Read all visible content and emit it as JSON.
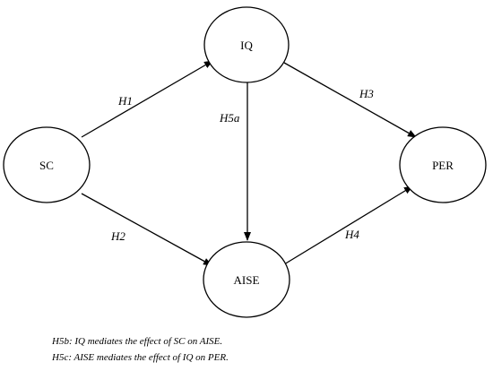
{
  "nodes": {
    "iq": "IQ",
    "sc": "SC",
    "per": "PER",
    "aise": "AISE"
  },
  "edges": {
    "h1": "H1",
    "h2": "H2",
    "h3": "H3",
    "h4": "H4",
    "h5a": "H5a"
  },
  "notes": [
    "H5b: IQ mediates the effect of SC on AISE.",
    "H5c: AISE mediates the effect of IQ on PER."
  ]
}
